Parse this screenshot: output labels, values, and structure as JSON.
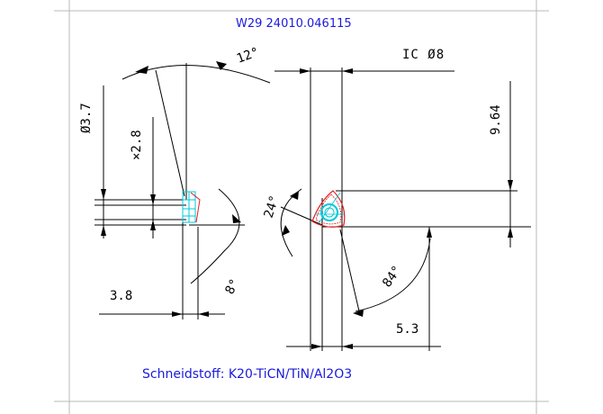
{
  "drawing": {
    "title": "W29  24010.046115",
    "ic_label": "IC Ø8",
    "material": "Schneidstoff: K20-TiCN/TiN/Al2O3",
    "dimensions": {
      "d_outer": "Ø3.7",
      "d_inner": "×2.8",
      "length": "3.8",
      "clearance_angle": "12°",
      "tip_angle": "8°",
      "height": "9.64",
      "corner_angle": "24°",
      "lead_angle": "84°",
      "offset": "5.3"
    },
    "colors": {
      "text_blue": "#1a1adc",
      "insert_red": "#e02020",
      "insert_cyan": "#00c8d8"
    }
  }
}
